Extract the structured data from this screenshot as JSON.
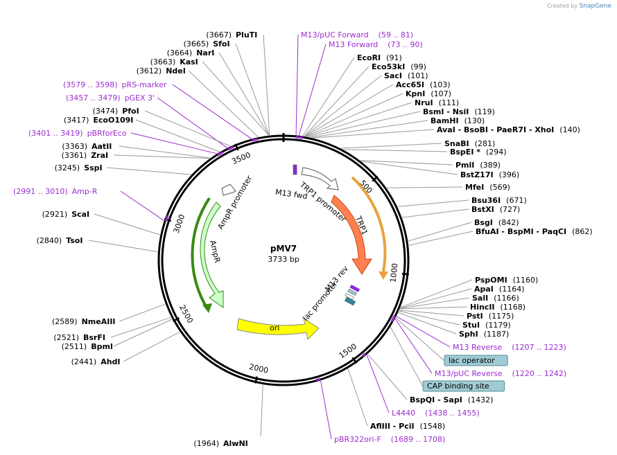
{
  "credit": {
    "prefix": "Created by",
    "brand": "SnapGene"
  },
  "plasmid": {
    "name": "pMV7",
    "length_label": "3733 bp",
    "length": 3733
  },
  "ticks": [
    "500",
    "1000",
    "1500",
    "2000",
    "2500",
    "3000",
    "3500"
  ],
  "left_sites": [
    {
      "pos": "(3667)",
      "name": "PluTI"
    },
    {
      "pos": "(3665)",
      "name": "SfoI"
    },
    {
      "pos": "(3664)",
      "name": "NarI"
    },
    {
      "pos": "(3663)",
      "name": "KasI"
    },
    {
      "pos": "(3612)",
      "name": "NdeI"
    },
    {
      "pos": "(3579 .. 3598)",
      "name": "pRS-marker",
      "primer": true
    },
    {
      "pos": "(3457 .. 3479)",
      "name": "pGEX 3'",
      "primer": true
    },
    {
      "pos": "(3474)",
      "name": "PfoI"
    },
    {
      "pos": "(3417)",
      "name": "EcoO109I"
    },
    {
      "pos": "(3401 .. 3419)",
      "name": "pBRforEco",
      "primer": true
    },
    {
      "pos": "(3363)",
      "name": "AatII"
    },
    {
      "pos": "(3361)",
      "name": "ZraI"
    },
    {
      "pos": "(3245)",
      "name": "SspI"
    },
    {
      "pos": "(2991 .. 3010)",
      "name": "Amp-R",
      "primer": true
    },
    {
      "pos": "(2921)",
      "name": "ScaI"
    },
    {
      "pos": "(2840)",
      "name": "TsoI"
    },
    {
      "pos": "(2589)",
      "name": "NmeAIII"
    },
    {
      "pos": "(2521)",
      "name": "BsrFI"
    },
    {
      "pos": "(2511)",
      "name": "BpmI"
    },
    {
      "pos": "(2441)",
      "name": "AhdI"
    },
    {
      "pos": "(1964)",
      "name": "AlwNI"
    }
  ],
  "right_sites": [
    {
      "name": "M13/pUC Forward",
      "pos": "(59 .. 81)",
      "primer": true
    },
    {
      "name": "M13 Forward",
      "pos": "(73 .. 90)",
      "primer": true
    },
    {
      "name": "EcoRI",
      "pos": "(91)"
    },
    {
      "name": "Eco53kI",
      "pos": "(99)"
    },
    {
      "name": "SacI",
      "pos": "(101)"
    },
    {
      "name": "Acc65I",
      "pos": "(103)"
    },
    {
      "name": "KpnI",
      "pos": "(107)"
    },
    {
      "name": "NruI",
      "pos": "(111)"
    },
    {
      "name": "BsmI  - NsiI",
      "pos": "(119)"
    },
    {
      "name": "BamHI",
      "pos": "(130)"
    },
    {
      "name": "AvaI  - BsoBI  - PaeR7I  - XhoI",
      "pos": "(140)"
    },
    {
      "name": "SnaBI",
      "pos": "(281)"
    },
    {
      "name": "BspEI *",
      "pos": "(294)"
    },
    {
      "name": "PmlI",
      "pos": "(389)"
    },
    {
      "name": "BstZ17I",
      "pos": "(396)"
    },
    {
      "name": "MfeI",
      "pos": "(569)"
    },
    {
      "name": "Bsu36I",
      "pos": "(671)"
    },
    {
      "name": "BstXI",
      "pos": "(727)"
    },
    {
      "name": "BsgI",
      "pos": "(842)"
    },
    {
      "name": "BfuAI  - BspMI  - PaqCI",
      "pos": "(862)"
    },
    {
      "name": "PspOMI",
      "pos": "(1160)"
    },
    {
      "name": "ApaI",
      "pos": "(1164)"
    },
    {
      "name": "SalI",
      "pos": "(1166)"
    },
    {
      "name": "HincII",
      "pos": "(1168)"
    },
    {
      "name": "PstI",
      "pos": "(1175)"
    },
    {
      "name": "StuI",
      "pos": "(1179)"
    },
    {
      "name": "SphI",
      "pos": "(1187)"
    },
    {
      "name": "M13 Reverse",
      "pos": "(1207 .. 1223)",
      "primer": true
    },
    {
      "name": "lac operator",
      "pos": "",
      "box": true
    },
    {
      "name": "M13/pUC Reverse",
      "pos": "(1220 .. 1242)",
      "primer": true
    },
    {
      "name": "CAP binding site",
      "pos": "",
      "box": true
    },
    {
      "name": "BspQI  - SapI",
      "pos": "(1432)"
    },
    {
      "name": "L4440",
      "pos": "(1438 .. 1455)",
      "primer": true
    },
    {
      "name": "AflIII  - PciI",
      "pos": "(1548)"
    },
    {
      "name": "pBR322ori-F",
      "pos": "(1689 .. 1708)",
      "primer": true
    }
  ],
  "features": [
    {
      "name": "M13 fwd",
      "color": "#8a2be2"
    },
    {
      "name": "TRP1 promoter",
      "color": "#ffffff"
    },
    {
      "name": "TRP1",
      "color": "#ff7f50"
    },
    {
      "name": "M13 rev",
      "color": "#8a2be2"
    },
    {
      "name": "lac promoter",
      "color": "#ffffff"
    },
    {
      "name": "ori",
      "color": "#ffff00"
    },
    {
      "name": "AmpR",
      "color": "#ccffcc"
    },
    {
      "name": "AmpR promoter",
      "color": "#ffffff"
    }
  ],
  "colors": {
    "primer": "#9b2bd0",
    "orf_outline": "#e8a33c",
    "amp_outline": "#3a8a10",
    "box_fill": "#9fcbd4"
  }
}
